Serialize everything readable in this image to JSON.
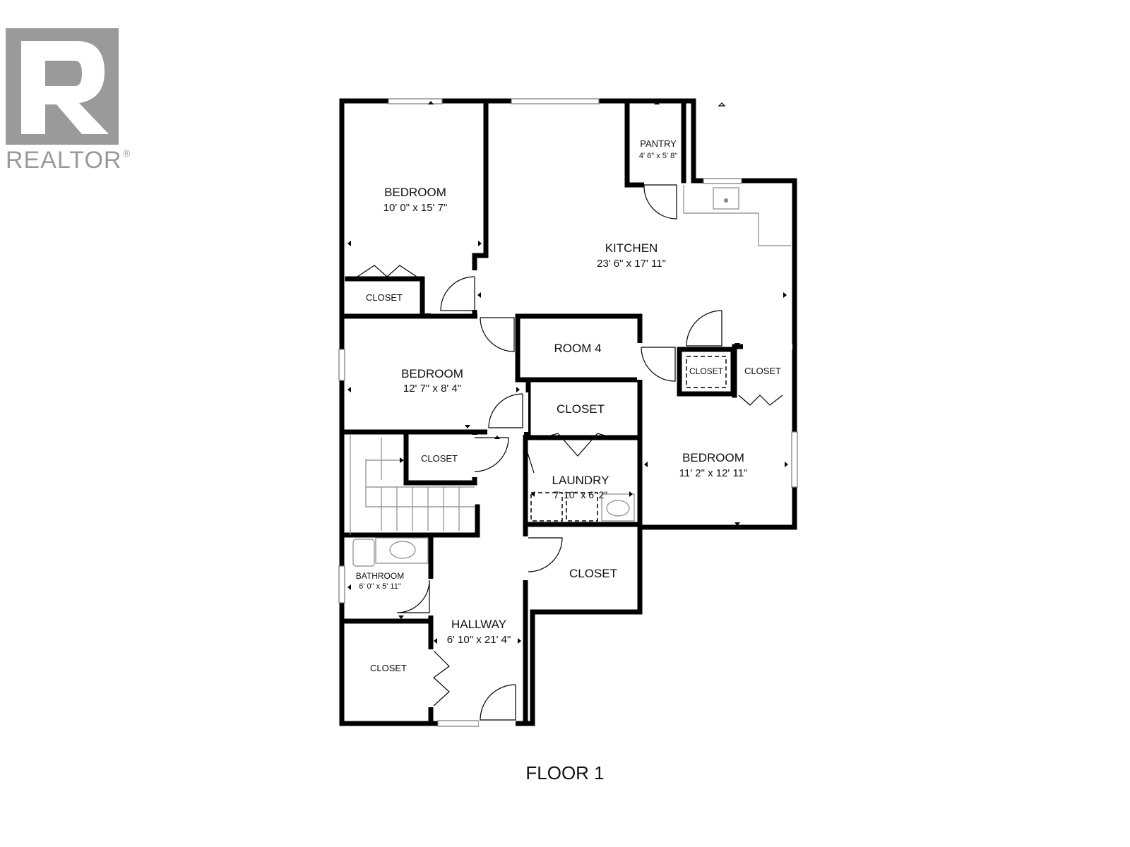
{
  "logo": {
    "brand": "REALTOR",
    "mark": "R",
    "reg": "®"
  },
  "rooms": {
    "bedroom_nw": {
      "name": "BEDROOM",
      "dims": "10' 0\" x 15' 7\""
    },
    "closet_nw": {
      "name": "CLOSET"
    },
    "kitchen": {
      "name": "KITCHEN",
      "dims": "23' 6\" x 17' 11\""
    },
    "pantry": {
      "name": "PANTRY",
      "dims": "4' 6\" x 5' 8\""
    },
    "bedroom_mid": {
      "name": "BEDROOM",
      "dims": "12' 7\" x 8' 4\""
    },
    "room4": {
      "name": "ROOM 4"
    },
    "closet_room4": {
      "name": "CLOSET"
    },
    "closet_dashed": {
      "name": "CLOSET"
    },
    "closet_east": {
      "name": "CLOSET"
    },
    "bedroom_east": {
      "name": "BEDROOM",
      "dims": "11' 2\" x 12' 11\""
    },
    "closet_stairs": {
      "name": "CLOSET"
    },
    "laundry": {
      "name": "LAUNDRY",
      "dims": "7' 10\" x 6' 2\""
    },
    "closet_laundry_s": {
      "name": "CLOSET"
    },
    "bathroom": {
      "name": "BATHROOM",
      "dims": "6' 0\" x 5' 11\""
    },
    "hallway": {
      "name": "HALLWAY",
      "dims": "6' 10\" x 21' 4\""
    },
    "closet_sw": {
      "name": "CLOSET"
    }
  },
  "floor_title": "FLOOR 1"
}
